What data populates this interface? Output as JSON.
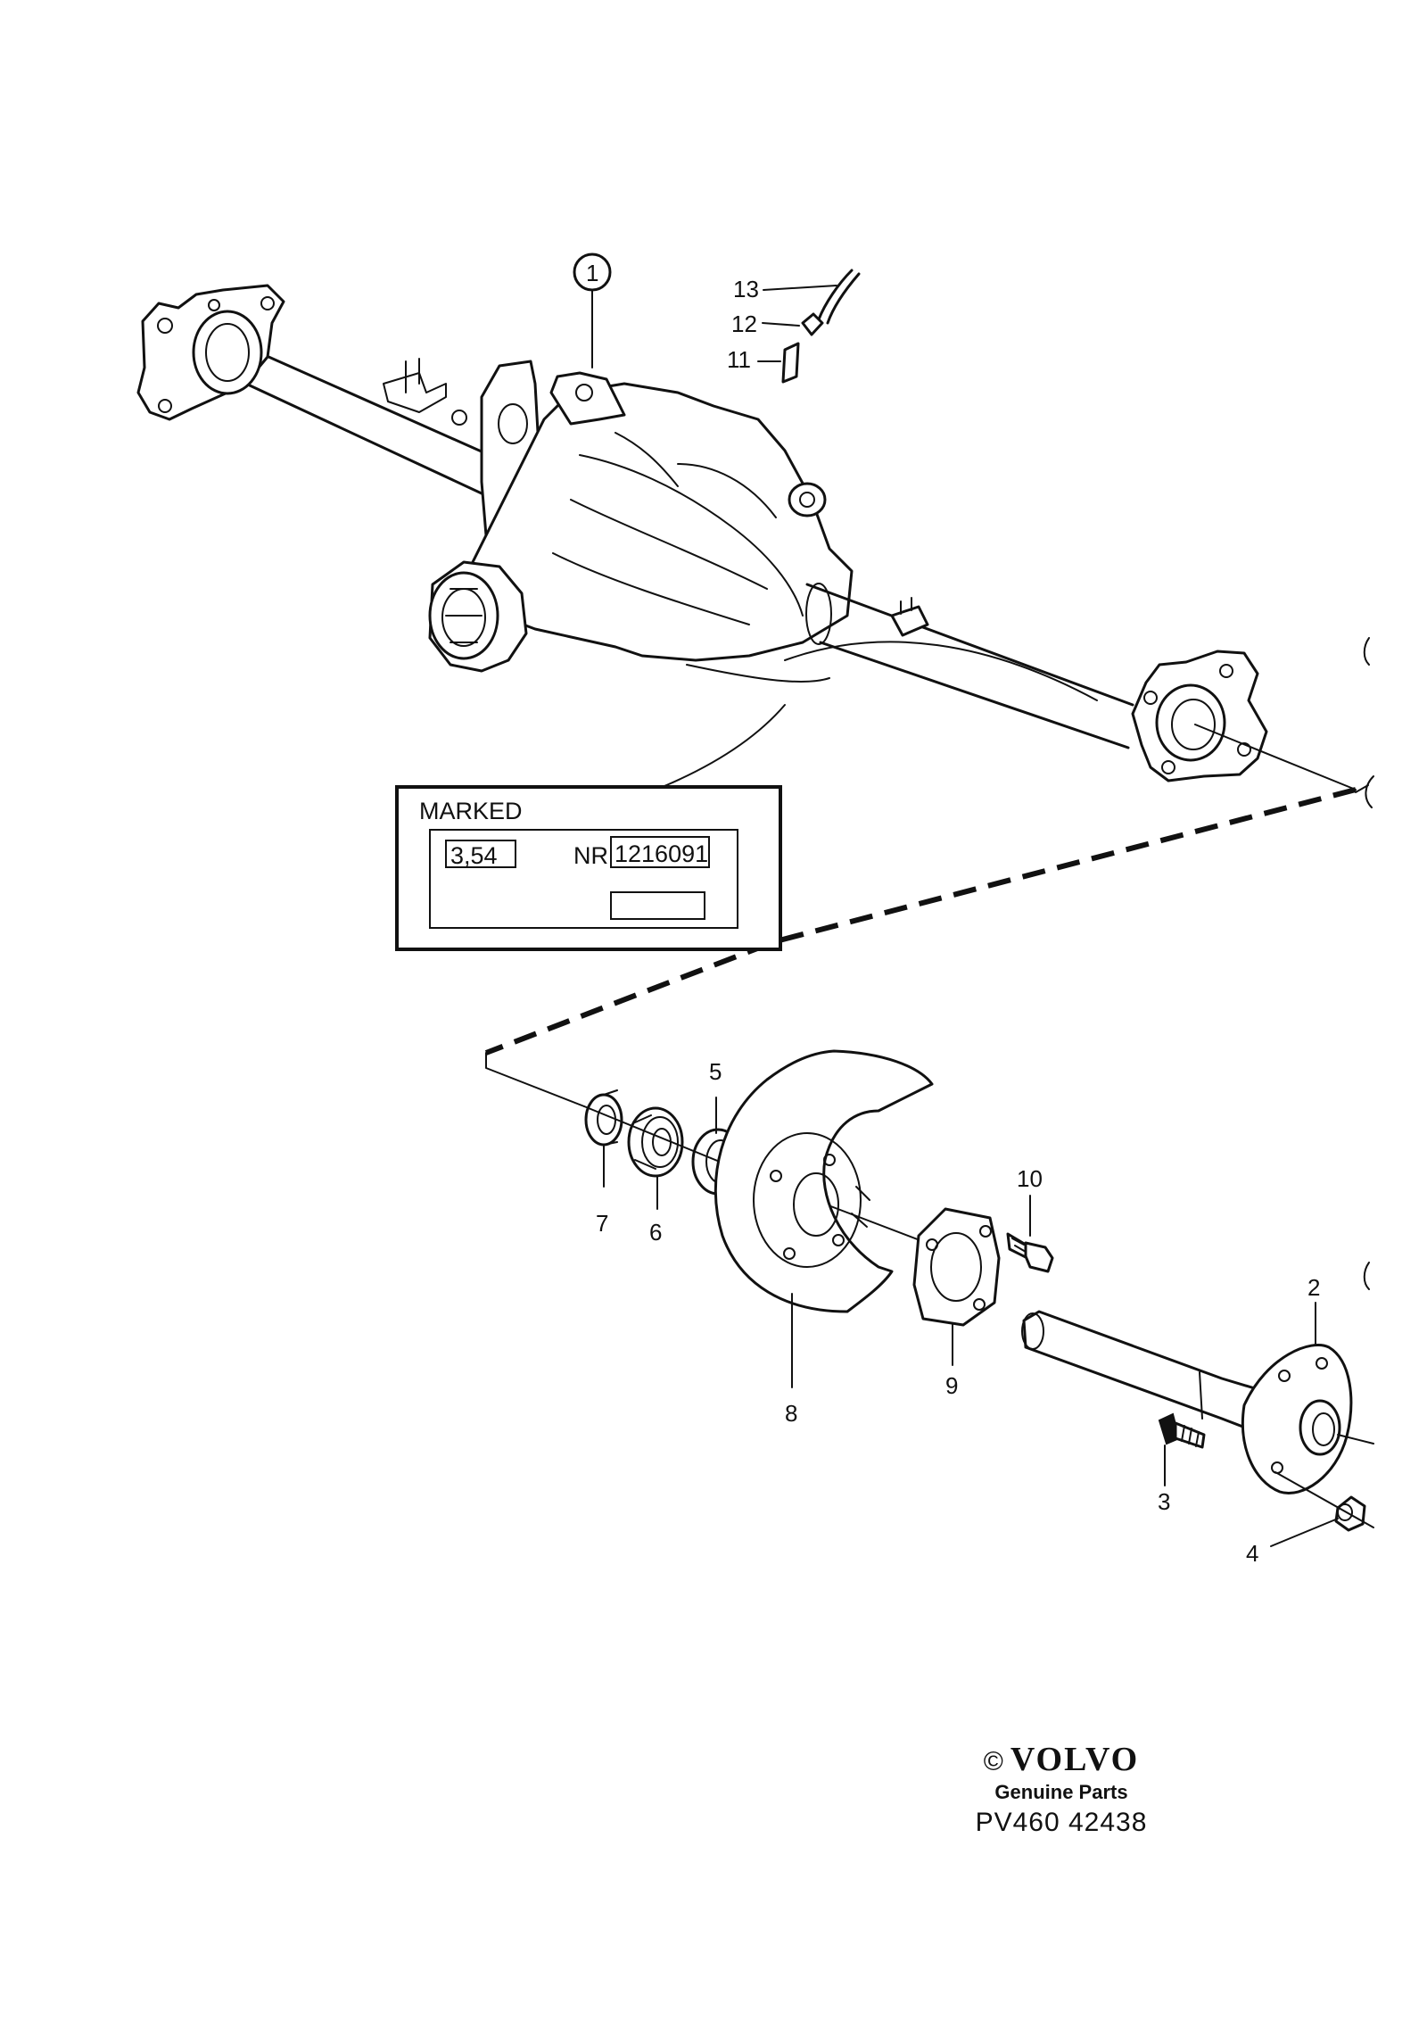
{
  "callouts": {
    "c1": "1",
    "c2": "2",
    "c3": "3",
    "c4": "4",
    "c5": "5",
    "c6": "6",
    "c7": "7",
    "c8": "8",
    "c9": "9",
    "c10": "10",
    "c11": "11",
    "c12": "12",
    "c13": "13"
  },
  "marked_box": {
    "title": "MARKED",
    "ratio": "3,54",
    "nr_label": "NR",
    "nr_value": "1216091"
  },
  "footer": {
    "copyright": "©",
    "brand": "VOLVO",
    "subtitle": "Genuine Parts",
    "reference": "PV460 42438"
  }
}
